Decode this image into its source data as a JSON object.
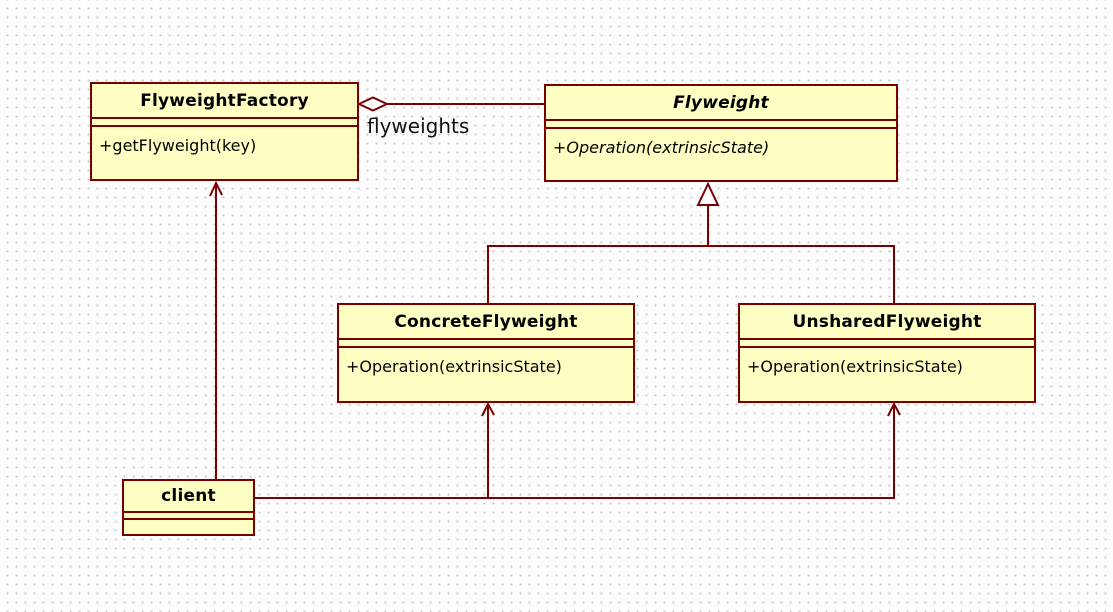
{
  "diagram": {
    "type": "uml-class-diagram",
    "pattern_name": "Flyweight",
    "colors": {
      "box_fill": "#ffffc4",
      "line": "#7a0000",
      "text": "#000000",
      "grid_dot": "#c6c6c6",
      "background": "#fdfdfd"
    },
    "classes": [
      {
        "name": "FlyweightFactory",
        "abstract": false,
        "attributes": [],
        "methods": [
          "+getFlyweight(key)"
        ]
      },
      {
        "name": "Flyweight",
        "abstract": true,
        "attributes": [],
        "methods": [
          "+Operation(extrinsicState)"
        ]
      },
      {
        "name": "ConcreteFlyweight",
        "abstract": false,
        "attributes": [],
        "methods": [
          "+Operation(extrinsicState)"
        ]
      },
      {
        "name": "UnsharedFlyweight",
        "abstract": false,
        "attributes": [],
        "methods": [
          "+Operation(extrinsicState)"
        ]
      },
      {
        "name": "client",
        "abstract": false,
        "attributes": [],
        "methods": []
      }
    ],
    "relationships": [
      {
        "type": "aggregation",
        "from": "FlyweightFactory",
        "to": "Flyweight",
        "label": "flyweights"
      },
      {
        "type": "generalization",
        "from": "ConcreteFlyweight",
        "to": "Flyweight",
        "label": ""
      },
      {
        "type": "generalization",
        "from": "UnsharedFlyweight",
        "to": "Flyweight",
        "label": ""
      },
      {
        "type": "directed-association",
        "from": "client",
        "to": "FlyweightFactory",
        "label": ""
      },
      {
        "type": "directed-association",
        "from": "client",
        "to": "ConcreteFlyweight",
        "label": ""
      },
      {
        "type": "directed-association",
        "from": "client",
        "to": "UnsharedFlyweight",
        "label": ""
      }
    ]
  }
}
